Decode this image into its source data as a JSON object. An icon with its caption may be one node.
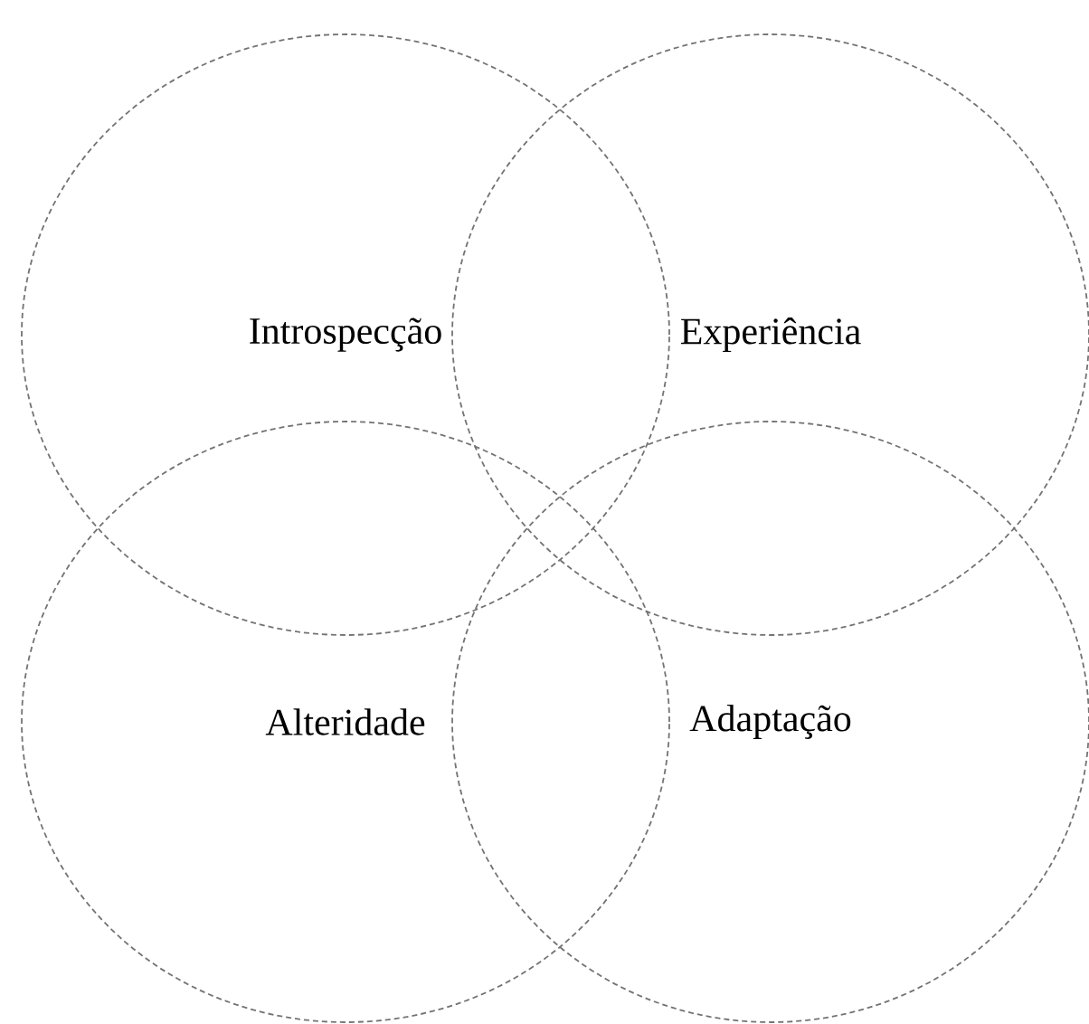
{
  "diagram": {
    "nodes": [
      {
        "text": [
          "Introspecção"
        ]
      },
      {
        "text": [
          "Experiência"
        ]
      },
      {
        "text": [
          "Alteridade"
        ]
      },
      {
        "text": [
          "Adaptação"
        ]
      }
    ]
  }
}
